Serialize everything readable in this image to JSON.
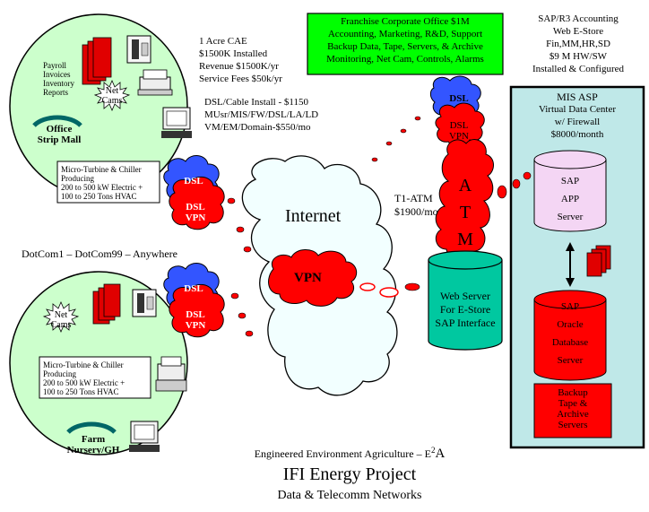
{
  "franchise_office": {
    "lines": [
      "Franchise Corporate Office $1M",
      "Accounting, Marketing, R&D, Support",
      "Backup Data, Tape, Servers, & Archive",
      "Monitoring, Net Cam, Controls, Alarms"
    ]
  },
  "sap_r3": {
    "lines": [
      "SAP/R3 Accounting",
      "Web E-Store",
      "Fin,MM,HR,SD",
      "$9 M HW/SW",
      "Installed & Configured"
    ]
  },
  "site_info": {
    "lines": [
      "1 Acre CAE",
      "$1500K Installed",
      "Revenue $1500K/yr",
      "Service Fees $50k/yr"
    ]
  },
  "dsl_install": {
    "lines": [
      "DSL/Cable Install - $1150",
      "MUsr/MIS/FW/DSL/LA/LD",
      "VM/EM/Domain-$550/mo"
    ]
  },
  "office_site": {
    "docs_lines": [
      "Payroll",
      "Invoices",
      "Inventory",
      "Reports"
    ],
    "net_cams": [
      "Net",
      "Cams"
    ],
    "name_lines": [
      "Office",
      "Strip Mall"
    ],
    "turbine_lines": [
      "Micro-Turbine & Chiller",
      "Producing",
      "200 to 500 kW Electric +",
      "100 to 250 Tons HVAC"
    ]
  },
  "farm_site": {
    "net_cams": [
      "Net",
      "Cams"
    ],
    "name_lines": [
      "Farm",
      "Nursery/GH"
    ],
    "turbine_lines": [
      "Micro-Turbine & Chiller",
      "Producing",
      "200 to 500 kW Electric +",
      "100 to 250 Tons HVAC"
    ]
  },
  "dotcom_label": "DotCom1 – DotCom99 – Anywhere",
  "clouds": {
    "dsl": "DSL",
    "dsl_vpn": [
      "DSL",
      "VPN"
    ],
    "internet": "Internet",
    "vpn": "VPN",
    "atm_letters": [
      "A",
      "T",
      "M"
    ]
  },
  "t1_atm": [
    "T1-ATM",
    "$1900/mo"
  ],
  "web_server": [
    "Web Server",
    "For E-Store",
    "SAP Interface"
  ],
  "mis_asp": {
    "lines": [
      "MIS ASP",
      "Virtual Data Center",
      "w/ Firewall",
      "$8000/month"
    ],
    "sap_app": [
      "SAP",
      "APP",
      "Server"
    ],
    "sap_oracle": [
      "SAP",
      "Oracle",
      "Database",
      "Server"
    ],
    "backup": [
      "Backup",
      "Tape &",
      "Archive",
      "Servers"
    ]
  },
  "footer": {
    "subtitle_prefix": "Engineered Environment Agriculture – E",
    "subtitle_sup": "2",
    "subtitle_suffix": "A",
    "title": "IFI Energy Project",
    "subtitle2": "Data & Telecomm Networks"
  },
  "colors": {
    "site_fill": "#ccffcc",
    "franchise_fill": "#00ff00",
    "mis_fill": "#bfe8e8",
    "dsl_blue": "#3355ff",
    "vpn_red": "#ff0000",
    "server_green": "#00c8a0",
    "sap_app_fill": "#f4d6f4",
    "cloud_fill": "#f2ffff"
  }
}
